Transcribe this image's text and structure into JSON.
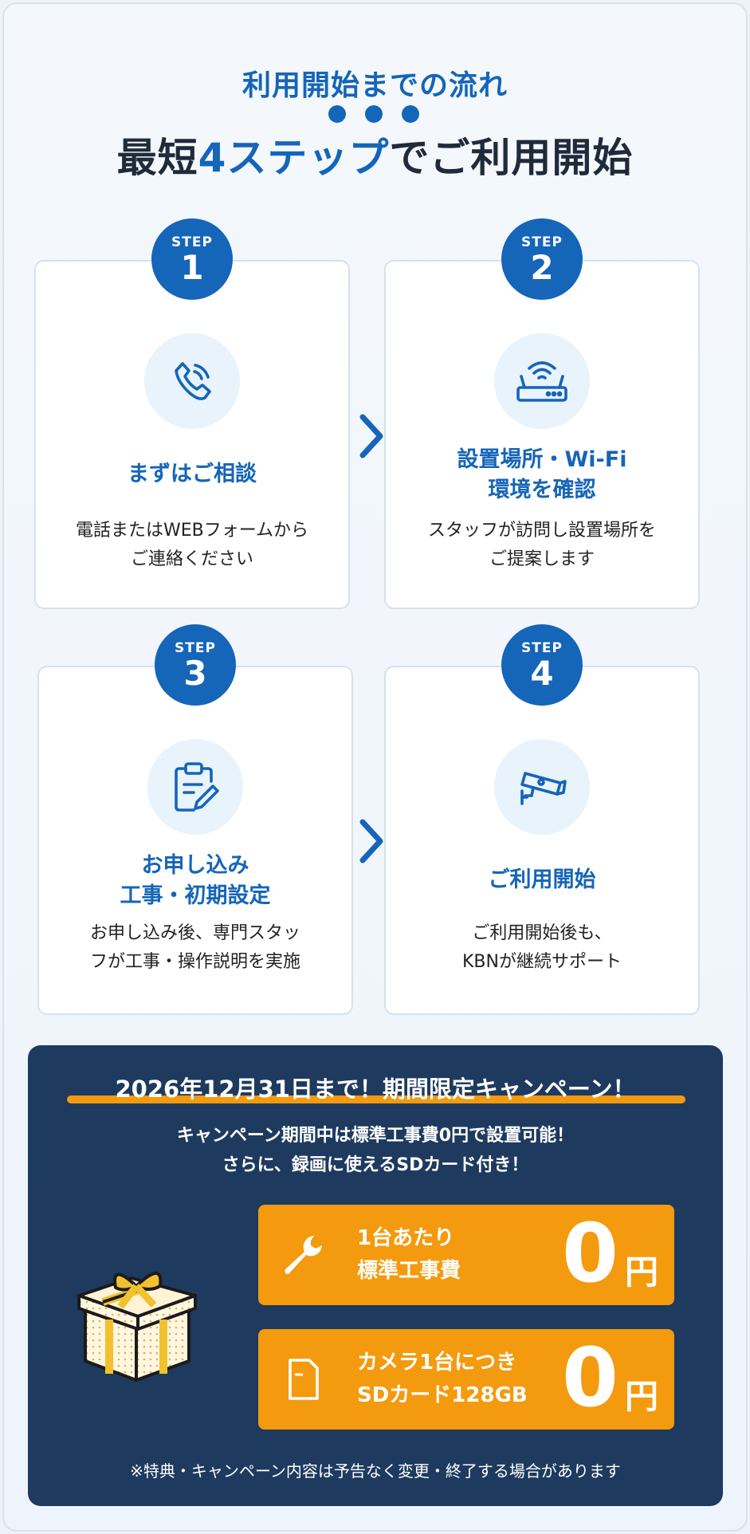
{
  "header": {
    "subtitle": "利用開始までの流れ",
    "headline_pre": "最短",
    "headline_accent": "4ステップ",
    "headline_post": "でご利用開始"
  },
  "steps": [
    {
      "label": "STEP",
      "number": "1",
      "icon": "phone-icon",
      "title_line1": "まずはご相談",
      "title_line2": "",
      "desc_line1": "電話またはWEBフォームから",
      "desc_line2": "ご連絡ください"
    },
    {
      "label": "STEP",
      "number": "2",
      "icon": "wifi-router-icon",
      "title_line1": "設置場所・Wi-Fi",
      "title_line2": "環境を確認",
      "desc_line1": "スタッフが訪問し設置場所を",
      "desc_line2": "ご提案します"
    },
    {
      "label": "STEP",
      "number": "3",
      "icon": "clipboard-edit-icon",
      "title_line1": "お申し込み",
      "title_line2": "工事・初期設定",
      "desc_line1": "お申し込み後、専門スタッ",
      "desc_line2": "フが工事・操作説明を実施"
    },
    {
      "label": "STEP",
      "number": "4",
      "icon": "security-camera-icon",
      "title_line1": "ご利用開始",
      "title_line2": "",
      "desc_line1": "ご利用開始後も、",
      "desc_line2": "KBNが継続サポート"
    }
  ],
  "campaign": {
    "title": "2026年12月31日まで！期間限定キャンペーン！",
    "desc_line1": "キャンペーン期間中は標準工事費0円で設置可能！",
    "desc_line2": "さらに、録画に使えるSDカード付き！",
    "offers": [
      {
        "icon": "wrench-icon",
        "line1": "1台あたり",
        "line2": "標準工事費",
        "price": "0",
        "unit": "円"
      },
      {
        "icon": "sd-card-icon",
        "line1": "カメラ1台につき",
        "line2": "SDカード128GB",
        "price": "0",
        "unit": "円"
      }
    ],
    "note": "※特典・キャンペーン内容は予告なく変更・終了する場合があります"
  },
  "colors": {
    "accent": "#1565b8",
    "navy": "#1e3a5f",
    "orange": "#f49a0e",
    "icon_bg": "#e8f3fc"
  }
}
